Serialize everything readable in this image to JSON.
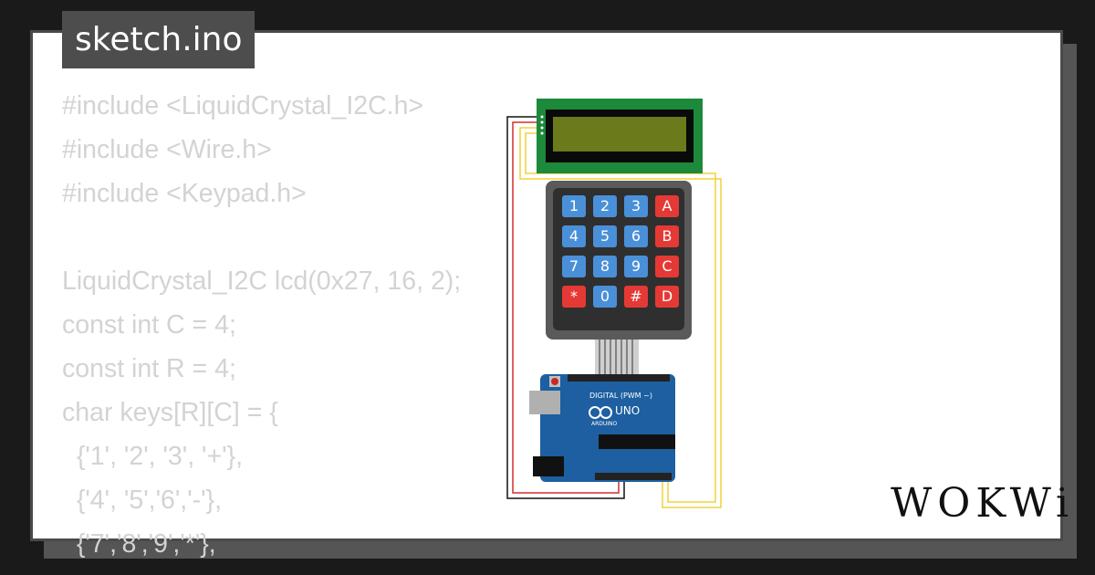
{
  "tab": {
    "title": "sketch.ino"
  },
  "code": {
    "lines": [
      "#include <LiquidCrystal_I2C.h>",
      "#include <Wire.h>",
      "#include <Keypad.h>",
      "",
      "LiquidCrystal_I2C lcd(0x27, 16, 2);",
      "const int C = 4;",
      "const int R = 4;",
      "char keys[R][C] = {",
      "  {'1', '2', '3', '+'},",
      "  {'4', '5','6','-'},",
      "  {'7','8','9','*'},"
    ]
  },
  "keypad": {
    "keys": [
      "1",
      "2",
      "3",
      "A",
      "4",
      "5",
      "6",
      "B",
      "7",
      "8",
      "9",
      "C",
      "*",
      "0",
      "#",
      "D"
    ]
  },
  "arduino": {
    "board_label": "UNO",
    "brand": "ARDUINO",
    "digital_label": "DIGITAL (PWM ~)"
  },
  "logo": {
    "text": "WOKWi"
  },
  "colors": {
    "key_blue": "#4a90d9",
    "key_red": "#e53935",
    "lcd_green": "#1c8a3a",
    "board_blue": "#1d5fa0"
  }
}
